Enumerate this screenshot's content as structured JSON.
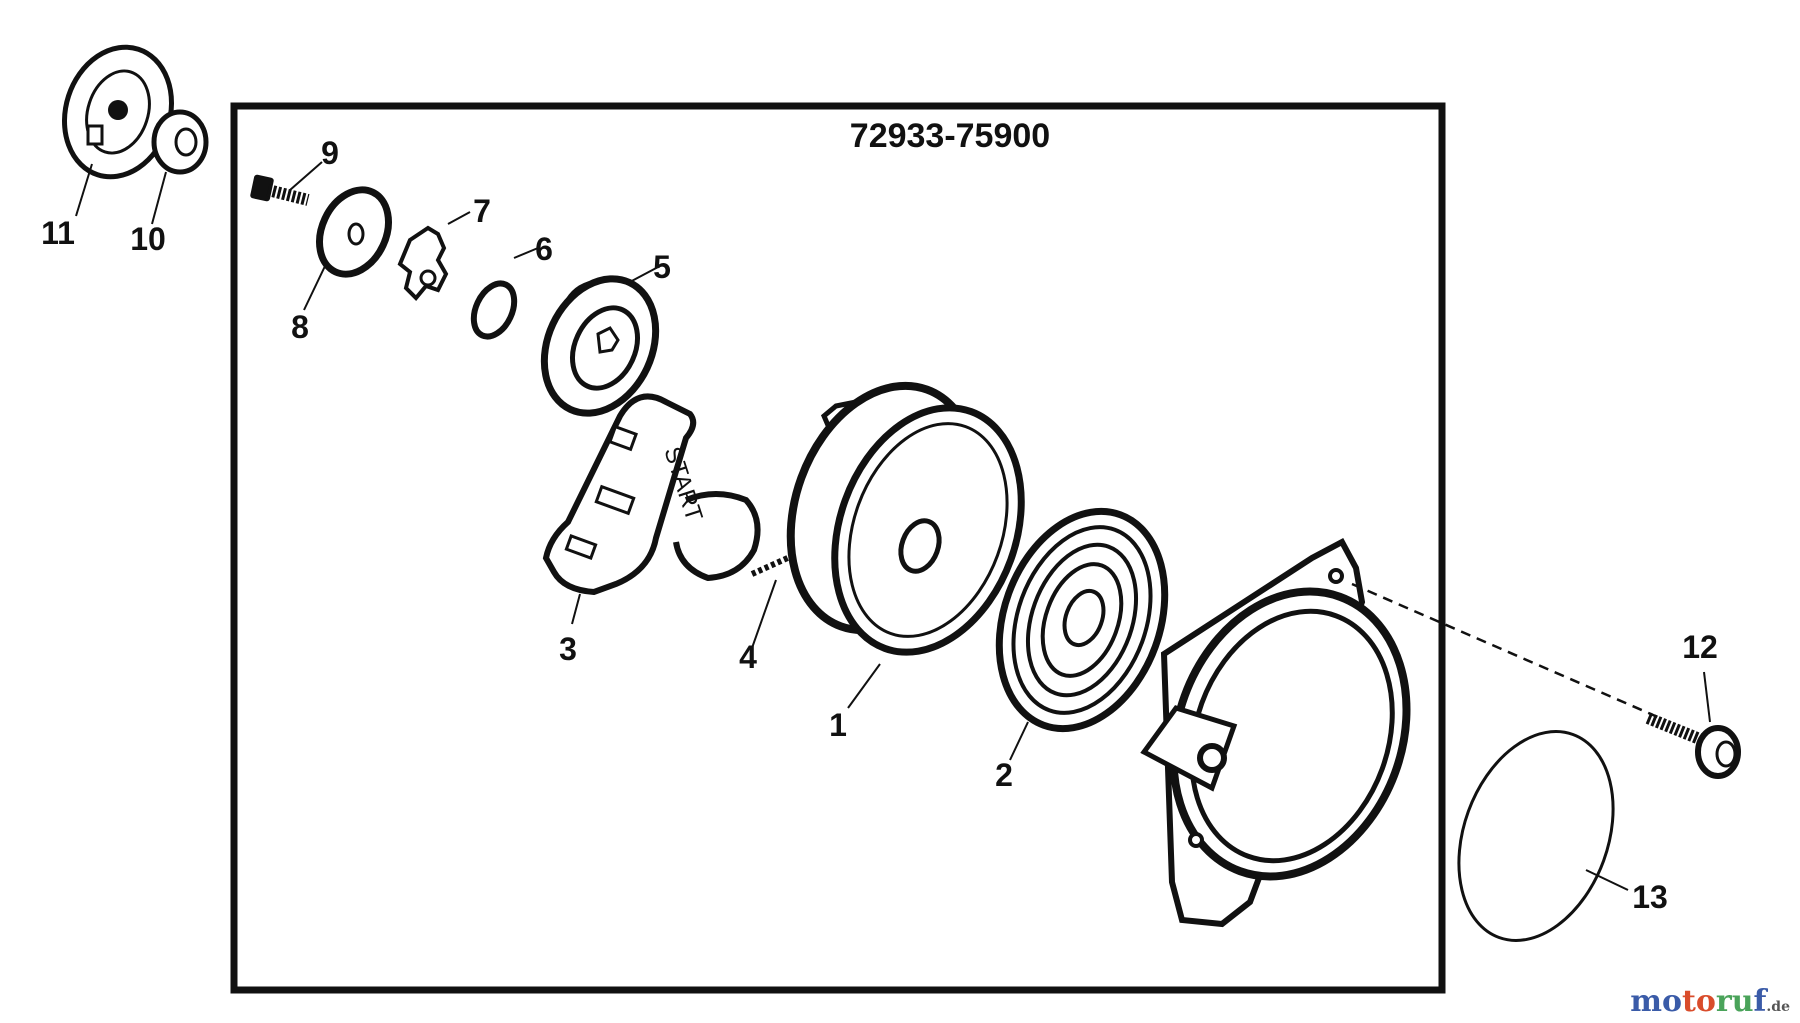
{
  "diagram": {
    "title": "72933-75900",
    "callouts": [
      "1",
      "2",
      "3",
      "4",
      "5",
      "6",
      "7",
      "8",
      "9",
      "10",
      "11",
      "12",
      "13"
    ],
    "handle_text": "START"
  },
  "watermark": {
    "brand_a": "mo",
    "brand_b": "to",
    "brand_c": "ru",
    "brand_d": "f",
    "tld": ".de"
  },
  "colors": {
    "ink": "#111111",
    "background": "#ffffff"
  }
}
